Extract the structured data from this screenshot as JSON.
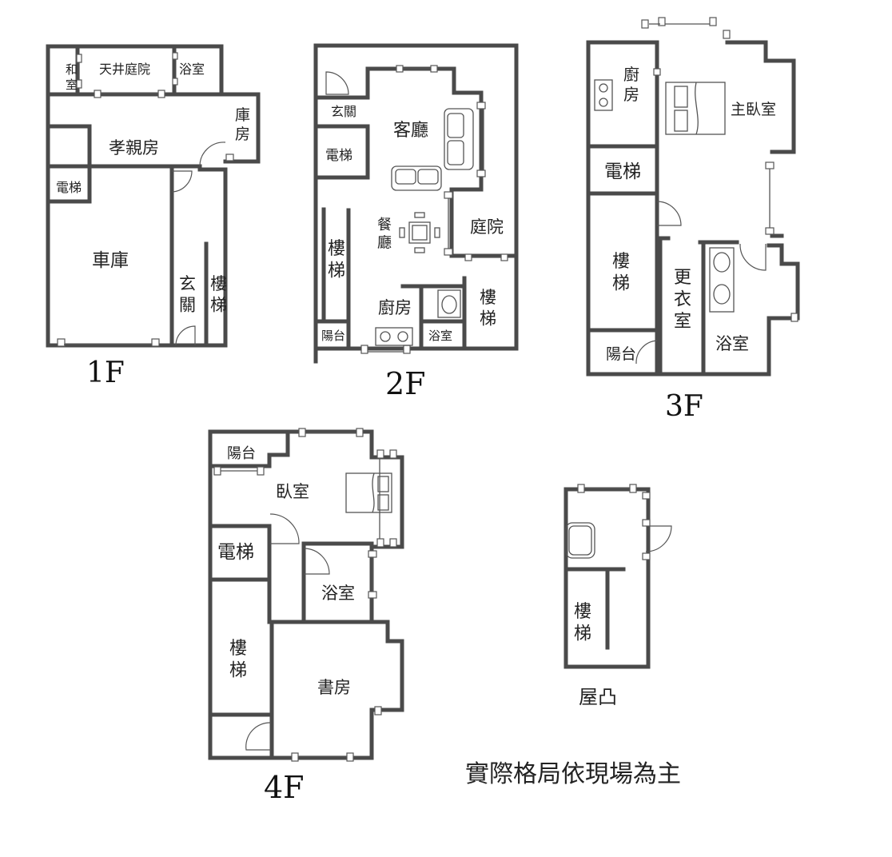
{
  "floor_1": {
    "label": "1F",
    "rooms": {
      "washitsu": "和\n室",
      "patio": "天井庭院",
      "bath": "浴室",
      "storage": "庫\n房",
      "parents_room": "孝親房",
      "elevator": "電梯",
      "garage": "車庫",
      "entrance": "玄\n關",
      "stairs": "樓\n梯"
    }
  },
  "floor_2": {
    "label": "2F",
    "rooms": {
      "entrance": "玄關",
      "living": "客廳",
      "elevator": "電梯",
      "dining": "餐\n廳",
      "courtyard": "庭院",
      "stairs_left": "樓\n梯",
      "kitchen": "廚房",
      "stairs_right": "樓\n梯",
      "balcony": "陽台",
      "bath": "浴室"
    }
  },
  "floor_3": {
    "label": "3F",
    "rooms": {
      "kitchen": "廚\n房",
      "master": "主臥室",
      "elevator": "電梯",
      "stairs": "樓\n梯",
      "closet": "更\n衣\n室",
      "bath": "浴室",
      "balcony": "陽台"
    }
  },
  "floor_4": {
    "label": "4F",
    "rooms": {
      "balcony": "陽台",
      "bedroom": "臥室",
      "elevator": "電梯",
      "bath": "浴室",
      "stairs": "樓\n梯",
      "study": "書房"
    }
  },
  "roof": {
    "label": "屋凸",
    "rooms": {
      "stairs": "樓\n梯"
    }
  },
  "note": "實際格局依現場為主"
}
